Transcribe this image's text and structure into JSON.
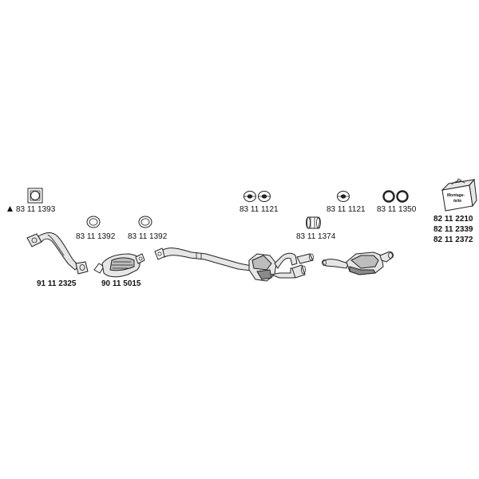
{
  "labels": {
    "gasket_square": "83 11 1393",
    "ring_a": "83 11 1392",
    "ring_b": "83 11 1392",
    "front_pipe": "91 11 2325",
    "catalytic_converter": "90 11 5015",
    "hanger_pair_a": "83 11 1121",
    "hanger_pair_b": "83 11 1121",
    "ring_pair": "83 11 1350",
    "clamp": "83 11 1374",
    "kit_1": "82 11 2210",
    "kit_2": "82 11 2339",
    "kit_3": "82 11 2372"
  },
  "kit_box": {
    "line1": "Montage-",
    "line2": "teile"
  },
  "colors": {
    "line": "#222222",
    "text": "#111111",
    "part_fill": "#e6e6e6",
    "shade": "#8a8a8a"
  }
}
